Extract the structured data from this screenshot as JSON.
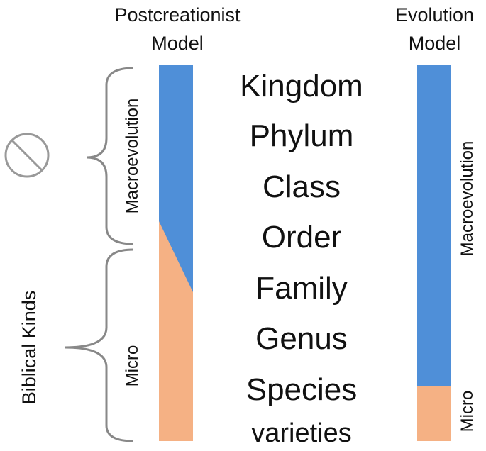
{
  "headers": {
    "left_line1": "Postcreationist",
    "left_line2": "Model",
    "right_line1": "Evolution",
    "right_line2": "Model"
  },
  "ranks": [
    "Kingdom",
    "Phylum",
    "Class",
    "Order",
    "Family",
    "Genus",
    "Species",
    "varieties"
  ],
  "left_bar": {
    "upper_label": "Macroevolution",
    "lower_label": "Micro"
  },
  "right_bar": {
    "upper_label": "Macroevolution",
    "lower_label": "Micro"
  },
  "bracket_label": "Biblical Kinds",
  "icons": [
    "prohibited-icon"
  ],
  "colors": {
    "macro": "#4f8fd8",
    "micro": "#f5b184",
    "bracket": "#888888"
  }
}
